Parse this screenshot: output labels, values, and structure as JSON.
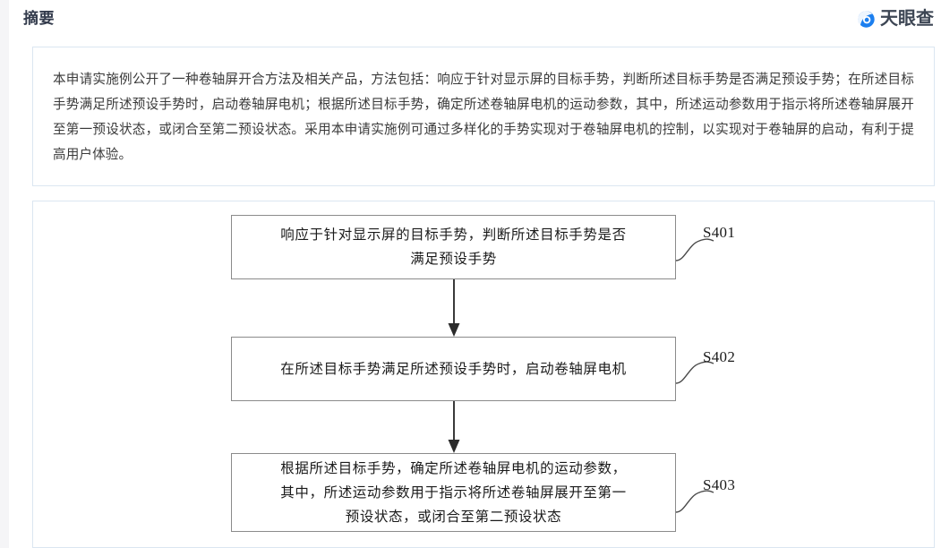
{
  "header": {
    "title": "摘要",
    "brand_name": "天眼查",
    "brand_icon": "eye-logo-icon",
    "brand_color": "#1c7fef",
    "title_color": "#333b4c"
  },
  "abstract": {
    "text": "本申请实施例公开了一种卷轴屏开合方法及相关产品，方法包括：响应于针对显示屏的目标手势，判断所述目标手势是否满足预设手势；在所述目标手势满足所述预设手势时，启动卷轴屏电机；根据所述目标手势，确定所述卷轴屏电机的运动参数，其中，所述运动参数用于指示将所述卷轴屏展开至第一预设状态，或闭合至第二预设状态。采用本申请实施例可通过多样化的手势实现对于卷轴屏电机的控制，以实现对于卷轴屏的启动，有利于提高用户体验。"
  },
  "figure": {
    "name": "patent-flowchart",
    "steps": [
      {
        "id": "S401",
        "label": "S401",
        "lines": [
          "响应于针对显示屏的目标手势，判断所述目标手势是否",
          "满足预设手势"
        ]
      },
      {
        "id": "S402",
        "label": "S402",
        "lines": [
          "在所述目标手势满足所述预设手势时，启动卷轴屏电机"
        ]
      },
      {
        "id": "S403",
        "label": "S403",
        "lines": [
          "根据所述目标手势，确定所述卷轴屏电机的运动参数，",
          "其中，所述运动参数用于指示将所述卷轴屏展开至第一",
          "预设状态，或闭合至第二预设状态"
        ]
      }
    ],
    "connectors": [
      {
        "from": "S401",
        "to": "S402",
        "arrow": "down"
      },
      {
        "from": "S402",
        "to": "S403",
        "arrow": "down"
      }
    ]
  }
}
